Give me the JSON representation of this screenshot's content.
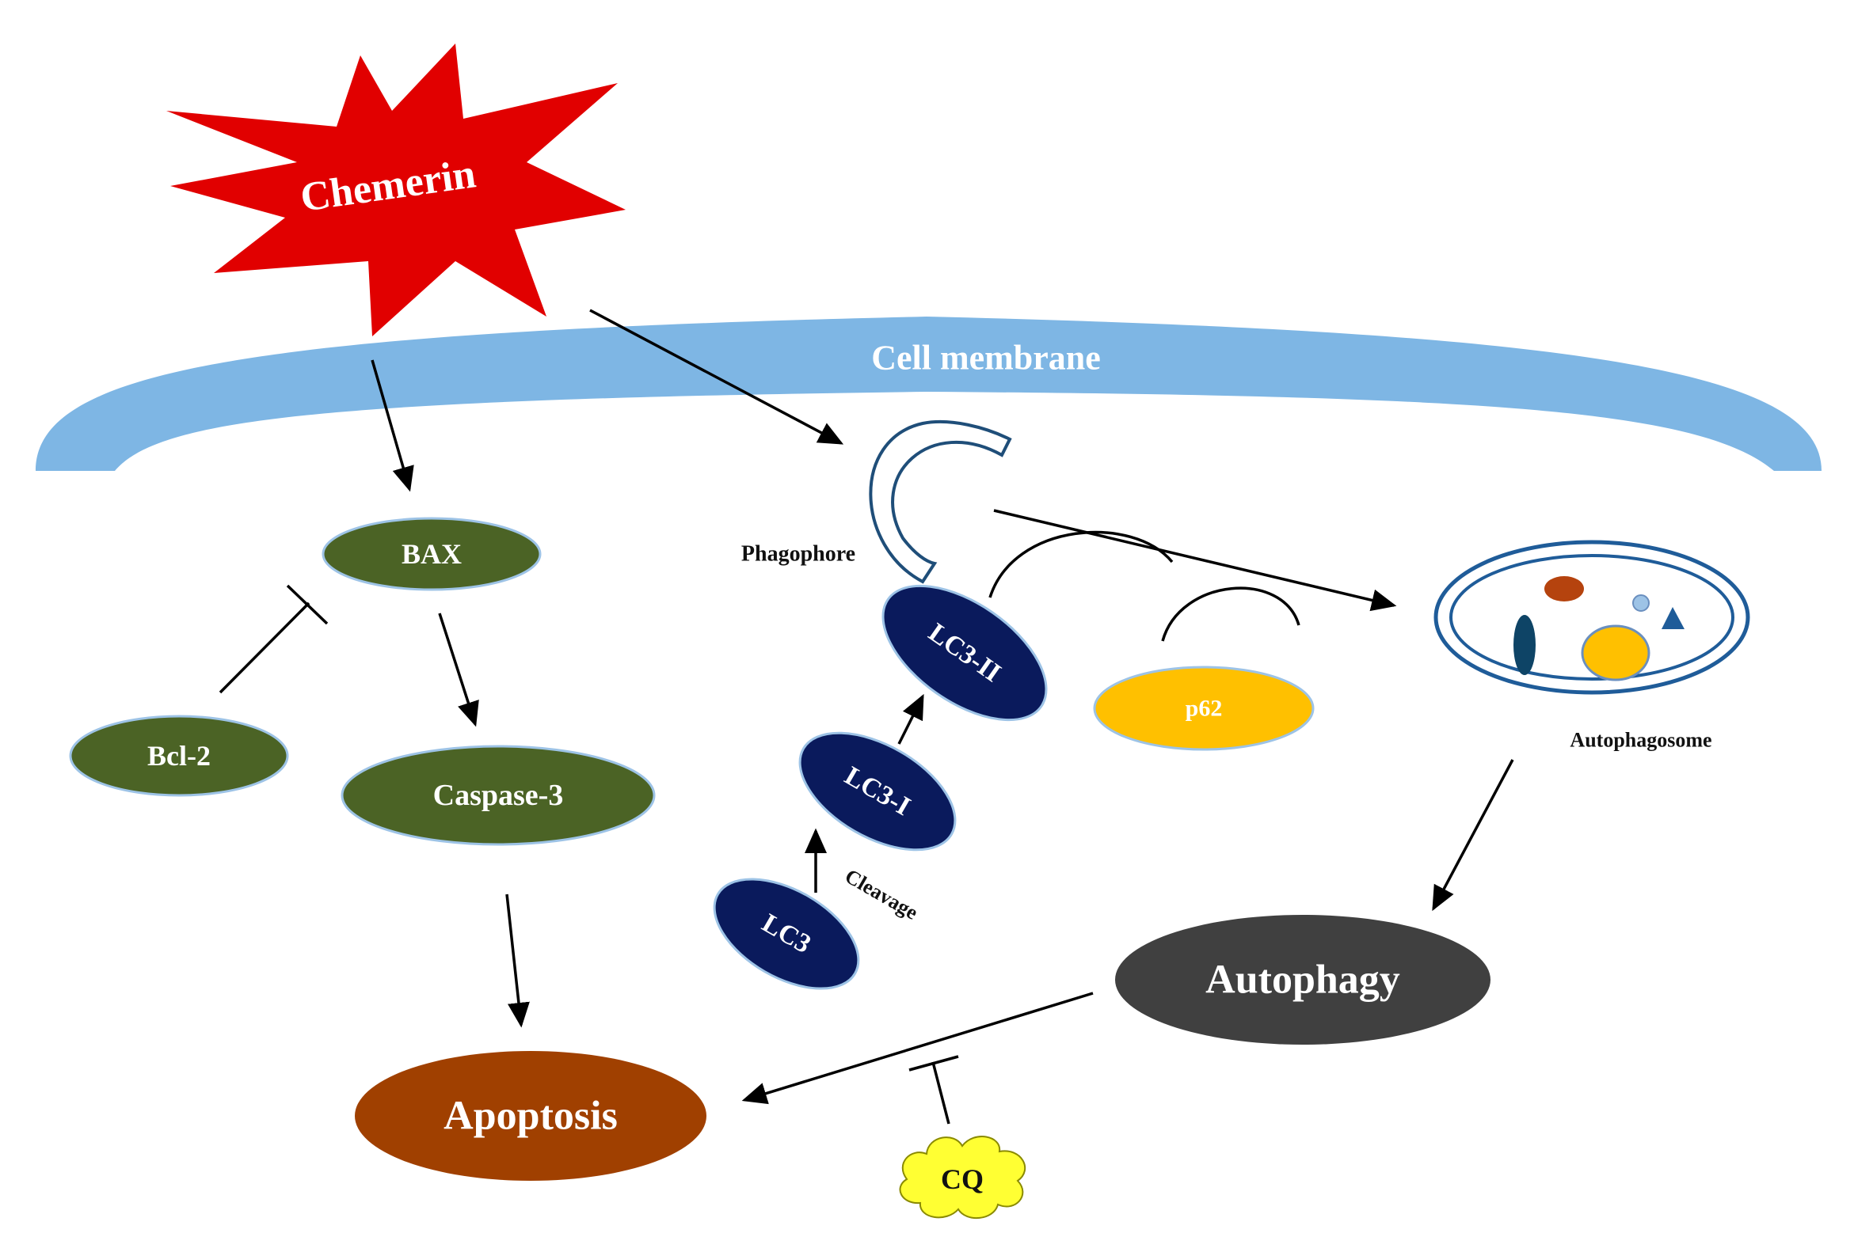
{
  "diagram": {
    "stimulus": {
      "label": "Chemerin",
      "color": "#e10000"
    },
    "membrane": {
      "label": "Cell  membrane",
      "color": "#7eb6e4"
    },
    "nodes": {
      "bax": {
        "label": "BAX",
        "color": "#4b6325"
      },
      "bcl2": {
        "label": "Bcl-2",
        "color": "#4b6325"
      },
      "caspase3": {
        "label": "Caspase-3",
        "color": "#4b6325"
      },
      "apoptosis": {
        "label": "Apoptosis",
        "color": "#a04000"
      },
      "lc3": {
        "label": "LC3",
        "color": "#0a1a5c"
      },
      "lc3_1": {
        "label": "LC3-I",
        "color": "#0a1a5c"
      },
      "lc3_2": {
        "label": "LC3-II",
        "color": "#0a1a5c"
      },
      "p62": {
        "label": "p62",
        "color": "#ffc000"
      },
      "autophagy": {
        "label": "Autophagy",
        "color": "#404040"
      },
      "cq": {
        "label": "CQ",
        "color": "#ffff33"
      }
    },
    "labels": {
      "phagophore": "Phagophore",
      "autophagosome": "Autophagosome",
      "cleavage": "Cleavage"
    },
    "edges": [
      {
        "from": "Chemerin",
        "to": "BAX",
        "type": "activation"
      },
      {
        "from": "Chemerin",
        "to": "Phagophore",
        "type": "activation"
      },
      {
        "from": "Bcl-2",
        "to": "BAX",
        "type": "inhibition"
      },
      {
        "from": "BAX",
        "to": "Caspase-3",
        "type": "activation"
      },
      {
        "from": "Caspase-3",
        "to": "Apoptosis",
        "type": "activation"
      },
      {
        "from": "LC3",
        "to": "LC3-I",
        "type": "activation"
      },
      {
        "from": "LC3-I",
        "to": "LC3-II",
        "type": "activation"
      },
      {
        "from": "Phagophore",
        "to": "Autophagosome",
        "type": "activation"
      },
      {
        "from": "Autophagosome",
        "to": "Autophagy",
        "type": "activation"
      },
      {
        "from": "Autophagy",
        "to": "Apoptosis",
        "type": "activation"
      },
      {
        "from": "CQ",
        "to": "Autophagy-Apoptosis",
        "type": "inhibition"
      }
    ]
  }
}
